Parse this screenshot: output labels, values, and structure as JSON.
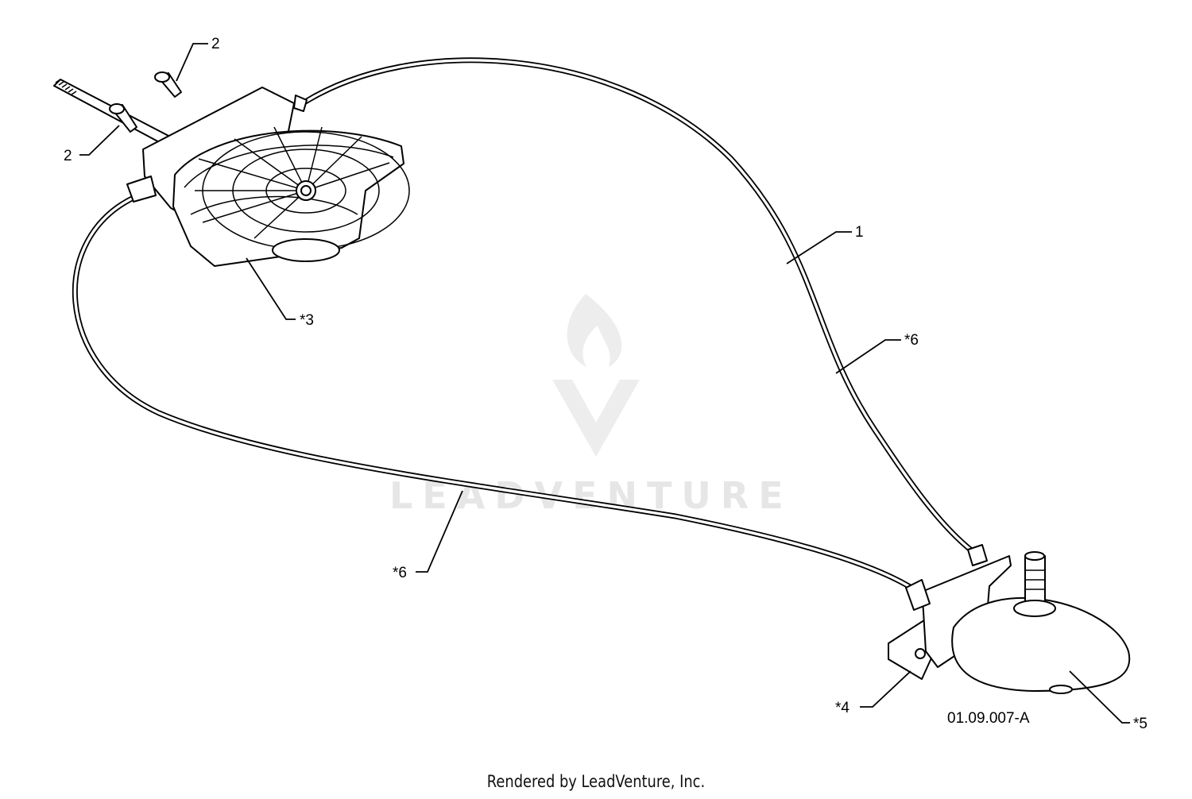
{
  "diagram": {
    "drawing_number": "01.09.007-A",
    "callouts": [
      {
        "id": "c2a",
        "label": "2"
      },
      {
        "id": "c2b",
        "label": "2"
      },
      {
        "id": "c1",
        "label": "1"
      },
      {
        "id": "c3",
        "label": "*3"
      },
      {
        "id": "c6a",
        "label": "*6"
      },
      {
        "id": "c6b",
        "label": "*6"
      },
      {
        "id": "c4",
        "label": "*4"
      },
      {
        "id": "c5",
        "label": "*5"
      }
    ]
  },
  "watermark": {
    "text": "LEADVENTURE"
  },
  "footer": {
    "text": "Rendered by LeadVenture, Inc."
  }
}
